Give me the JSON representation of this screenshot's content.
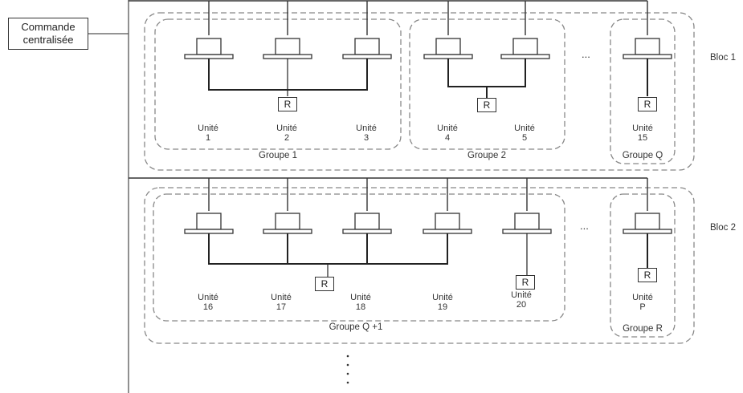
{
  "central_control": {
    "line1": "Commande",
    "line2": "centralisée"
  },
  "blocks": [
    "Bloc 1",
    "Bloc 2"
  ],
  "groups": {
    "g1": "Groupe 1",
    "g2": "Groupe 2",
    "gq": "Groupe Q",
    "gq1": "Groupe Q +1",
    "gr": "Groupe R"
  },
  "unit_word": "Unité",
  "units": {
    "u1": "1",
    "u2": "2",
    "u3": "3",
    "u4": "4",
    "u5": "5",
    "u15": "15",
    "u16": "16",
    "u17": "17",
    "u18": "18",
    "u19": "19",
    "u20": "20",
    "uP": "P"
  },
  "remote_label": "R",
  "ellipsis": "..."
}
